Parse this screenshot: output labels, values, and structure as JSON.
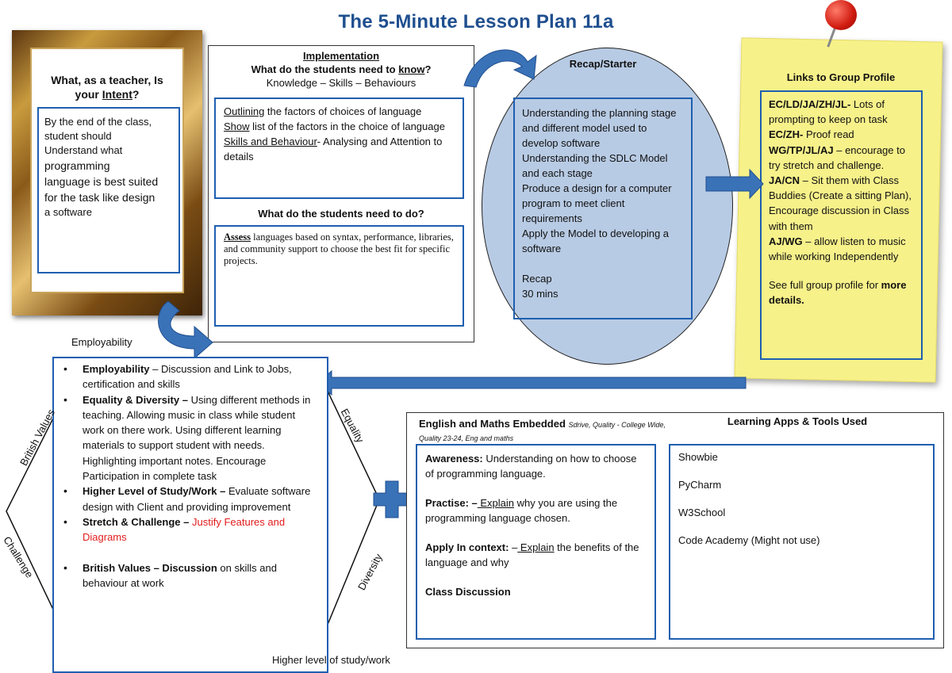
{
  "title": "The 5-Minute Lesson Plan 11a",
  "intent": {
    "question_line1": "What, as a teacher, Is",
    "question_prefix": "your ",
    "question_emph": "Intent",
    "question_suffix": "?",
    "line1": "By the end of the class,",
    "line2": "student should",
    "line3": "Understand what",
    "line4": "programming",
    "line5": "language is best suited",
    "line6": "for the task like design",
    "line7": "a software"
  },
  "implementation": {
    "heading": "Implementation",
    "know_prefix": "What do the students need to ",
    "know_emph": "know",
    "know_suffix": "?",
    "ksb": "Knowledge – Skills – Behaviours",
    "know_items": [
      {
        "emph": "Outlining",
        "rest": " the factors of choices of language"
      },
      {
        "emph": "Show",
        "rest": " list of the factors in the choice of language"
      },
      {
        "emph": "Skills and Behaviour",
        "rest": "- Analysing and Attention to details"
      }
    ],
    "do_heading": "What do the students need to do?",
    "do_emph": "Assess",
    "do_rest": " languages based on syntax, performance, libraries, and community support to choose the best fit for specific projects."
  },
  "recap": {
    "heading": "Recap/Starter",
    "lines": [
      "Understanding the planning stage and different model used to develop software",
      "Understanding the SDLC Model and each stage",
      "Produce a design for a computer program to meet client requirements",
      "Apply the Model to developing a software"
    ],
    "recap_label": "Recap",
    "duration": "30 mins"
  },
  "group_profile": {
    "heading": "Links to Group Profile",
    "entries": [
      {
        "codes": "EC/LD/JA/ZH/JL- ",
        "text": "Lots of prompting to keep on task"
      },
      {
        "codes": "EC/ZH- ",
        "text": "Proof read"
      },
      {
        "codes": "WG/TP/JL/AJ ",
        "text": "– encourage to try stretch and challenge."
      },
      {
        "codes": "JA/CN ",
        "text": "– Sit them with Class Buddies (Create a sitting Plan), Encourage discussion in Class with them"
      },
      {
        "codes": "AJ/WG ",
        "text": "– allow listen to music while working Independently"
      }
    ],
    "footer_text": "See full group profile for ",
    "footer_bold": "more details."
  },
  "values": {
    "label_employability": "Employability",
    "label_british": "British Values",
    "label_challenge": "Challenge",
    "label_equality": "Equality",
    "label_diversity": "Diversity",
    "label_higher": "Higher level of study/work",
    "items": [
      {
        "bold": "Employability",
        "text": " – Discussion and Link to Jobs, certification and skills",
        "red": ""
      },
      {
        "bold": "Equality & Diversity –",
        "text": " Using different methods in teaching. Allowing music in class while student work on there work. Using different learning materials to support student with needs. Highlighting important notes. Encourage Participation in complete task",
        "red": ""
      },
      {
        "bold": "Higher Level of Study/Work –",
        "text": " Evaluate software design with Client and providing improvement",
        "red": ""
      },
      {
        "bold": "Stretch & Challenge –",
        "text": " ",
        "red": "Justify Features and Diagrams"
      },
      {
        "bold": "British Values – Discussion",
        "text": " on skills and behaviour at work",
        "red": ""
      }
    ]
  },
  "embedded": {
    "heading": "English and Maths Embedded",
    "small": "Sdrive, Quality - College Wide, Quality 23-24, Eng and maths",
    "awareness_label": "Awareness:",
    "awareness_text": "  Understanding on how to choose of programming language.",
    "practise_label": "Practise: –",
    "practise_emph": " Explain",
    "practise_text": " why you are using the programming language chosen.",
    "apply_label": "Apply In context:",
    "apply_prefix": " –",
    "apply_emph": " Explain",
    "apply_text": " the benefits of the language and why",
    "class_discussion": "Class Discussion"
  },
  "apps": {
    "heading": "Learning Apps & Tools Used",
    "items": [
      "Showbie",
      "PyCharm",
      "W3School",
      "Code Academy (Might not use)"
    ]
  },
  "colors": {
    "title": "#1f4f8f",
    "box_border": "#1f5fb0",
    "oval": "#b8cbe4",
    "note": "#f7f18a",
    "arrow": "#3a72b8",
    "red_text": "#e21c1c"
  }
}
